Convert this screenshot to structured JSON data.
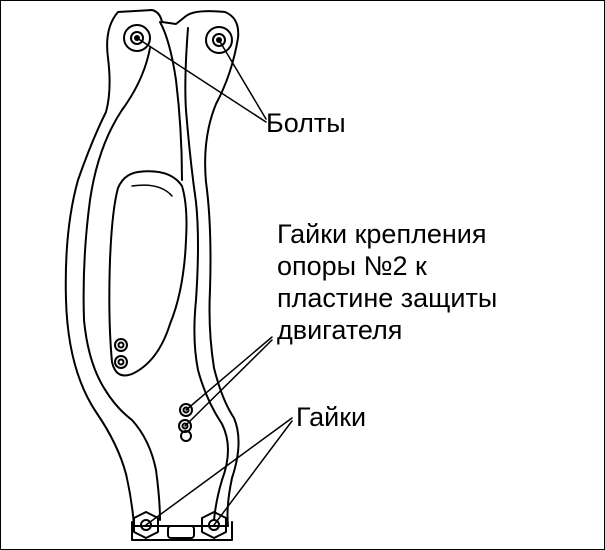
{
  "labels": {
    "bolts": "Болты",
    "mount_nuts": [
      "Гайки крепления",
      "опоры №2 к",
      "пластине защиты",
      "двигателя"
    ],
    "nuts": "Гайки"
  },
  "colors": {
    "line": "#000000",
    "background": "#ffffff"
  }
}
